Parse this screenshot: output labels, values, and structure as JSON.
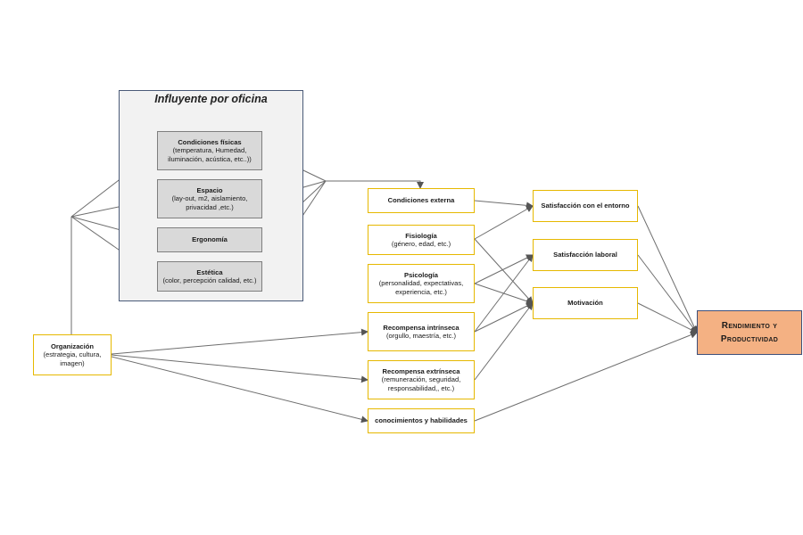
{
  "office_group": {
    "title": "Influyente por oficina",
    "items": [
      {
        "title": "Condiciones físicas",
        "detail": "(temperatura, Humedad, iluminación, acústica, etc..))"
      },
      {
        "title": "Espacio",
        "detail": "(lay-out, m2, aislamiento, privacidad ,etc.)"
      },
      {
        "title": "Ergonomía",
        "detail": ""
      },
      {
        "title": "Estética",
        "detail": "(color, percepción calidad, etc.)"
      }
    ]
  },
  "organization": {
    "title": "Organización",
    "detail": "(estrategia, cultura, imagen)"
  },
  "factors": [
    {
      "title": "Condiciones externa",
      "detail": ""
    },
    {
      "title": "Fisiología",
      "detail": "(género, edad, etc.)"
    },
    {
      "title": "Psicología",
      "detail": "(personalidad, expectativas, experiencia, etc.)"
    },
    {
      "title": "Recompensa intrínseca",
      "detail": "(orgullo, maestría, etc.)"
    },
    {
      "title": "Recompensa extrínseca",
      "detail": "(remuneración, seguridad, responsabilidad,, etc.)"
    },
    {
      "title": "conocimientos y habilidades",
      "detail": ""
    }
  ],
  "outcomes": [
    {
      "title": "Satisfacción con el entorno"
    },
    {
      "title": "Satisfacción laboral"
    },
    {
      "title": "Motivación"
    }
  ],
  "result": {
    "line1": "Rendimiento y",
    "line2": "Productividad"
  },
  "colors": {
    "arrow": "#6e6e6e",
    "gray_box": "#d9d9d9",
    "yellow_border": "#e6b800",
    "result_fill": "#f4b183",
    "panel_border": "#4a5a78"
  }
}
